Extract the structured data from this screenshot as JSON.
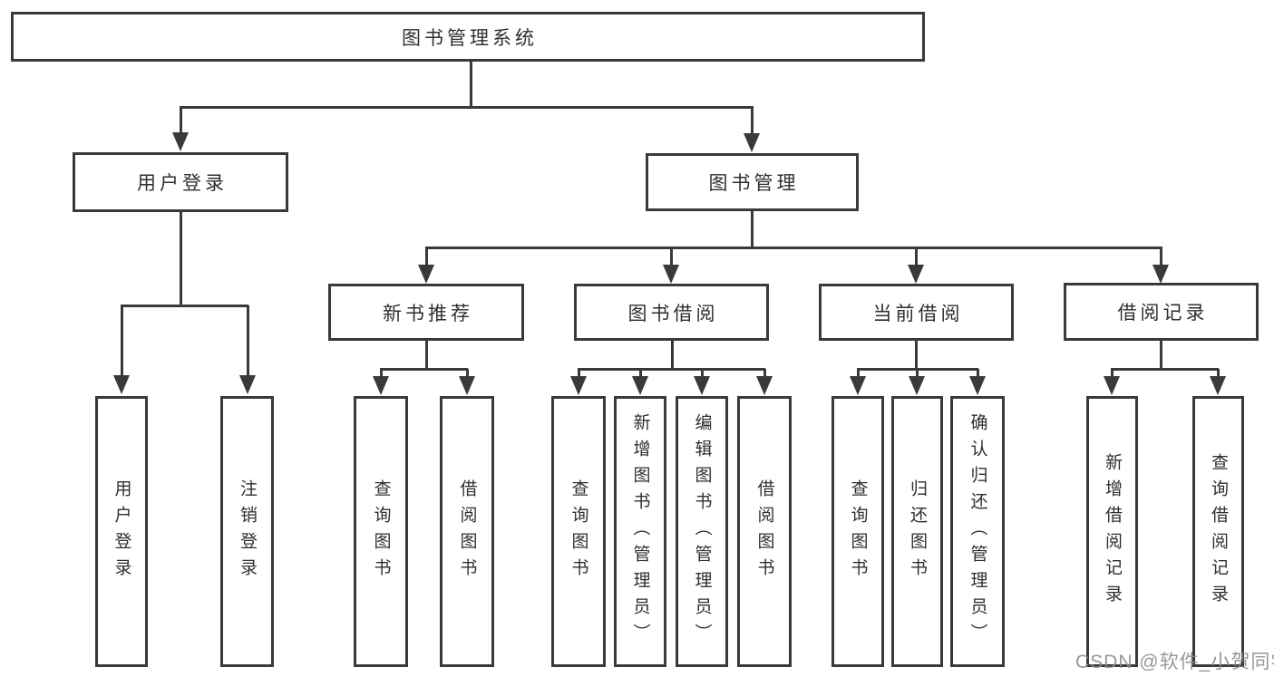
{
  "colors": {
    "background": "#ffffff",
    "line": "#3a3a3a",
    "box_border": "#3a3a3a",
    "text": "#2f2f2f",
    "watermark": "#8c8c8c"
  },
  "diagram": {
    "root": {
      "label": "图书管理系统"
    },
    "branches": [
      {
        "label": "用户登录"
      },
      {
        "label": "图书管理"
      }
    ],
    "modules": [
      {
        "label": "新书推荐"
      },
      {
        "label": "图书借阅"
      },
      {
        "label": "当前借阅"
      },
      {
        "label": "借阅记录"
      }
    ],
    "leaves": [
      {
        "label": "用户登录"
      },
      {
        "label": "注销登录"
      },
      {
        "label": "查询图书"
      },
      {
        "label": "借阅图书"
      },
      {
        "label": "查询图书"
      },
      {
        "label": "新增图书（管理员）"
      },
      {
        "label": "编辑图书（管理员）"
      },
      {
        "label": "借阅图书"
      },
      {
        "label": "查询图书"
      },
      {
        "label": "归还图书"
      },
      {
        "label": "确认归还（管理员）"
      },
      {
        "label": "新增借阅记录"
      },
      {
        "label": "查询借阅记录"
      }
    ]
  },
  "watermark": {
    "text": "CSDN @软件_小贺同学"
  }
}
